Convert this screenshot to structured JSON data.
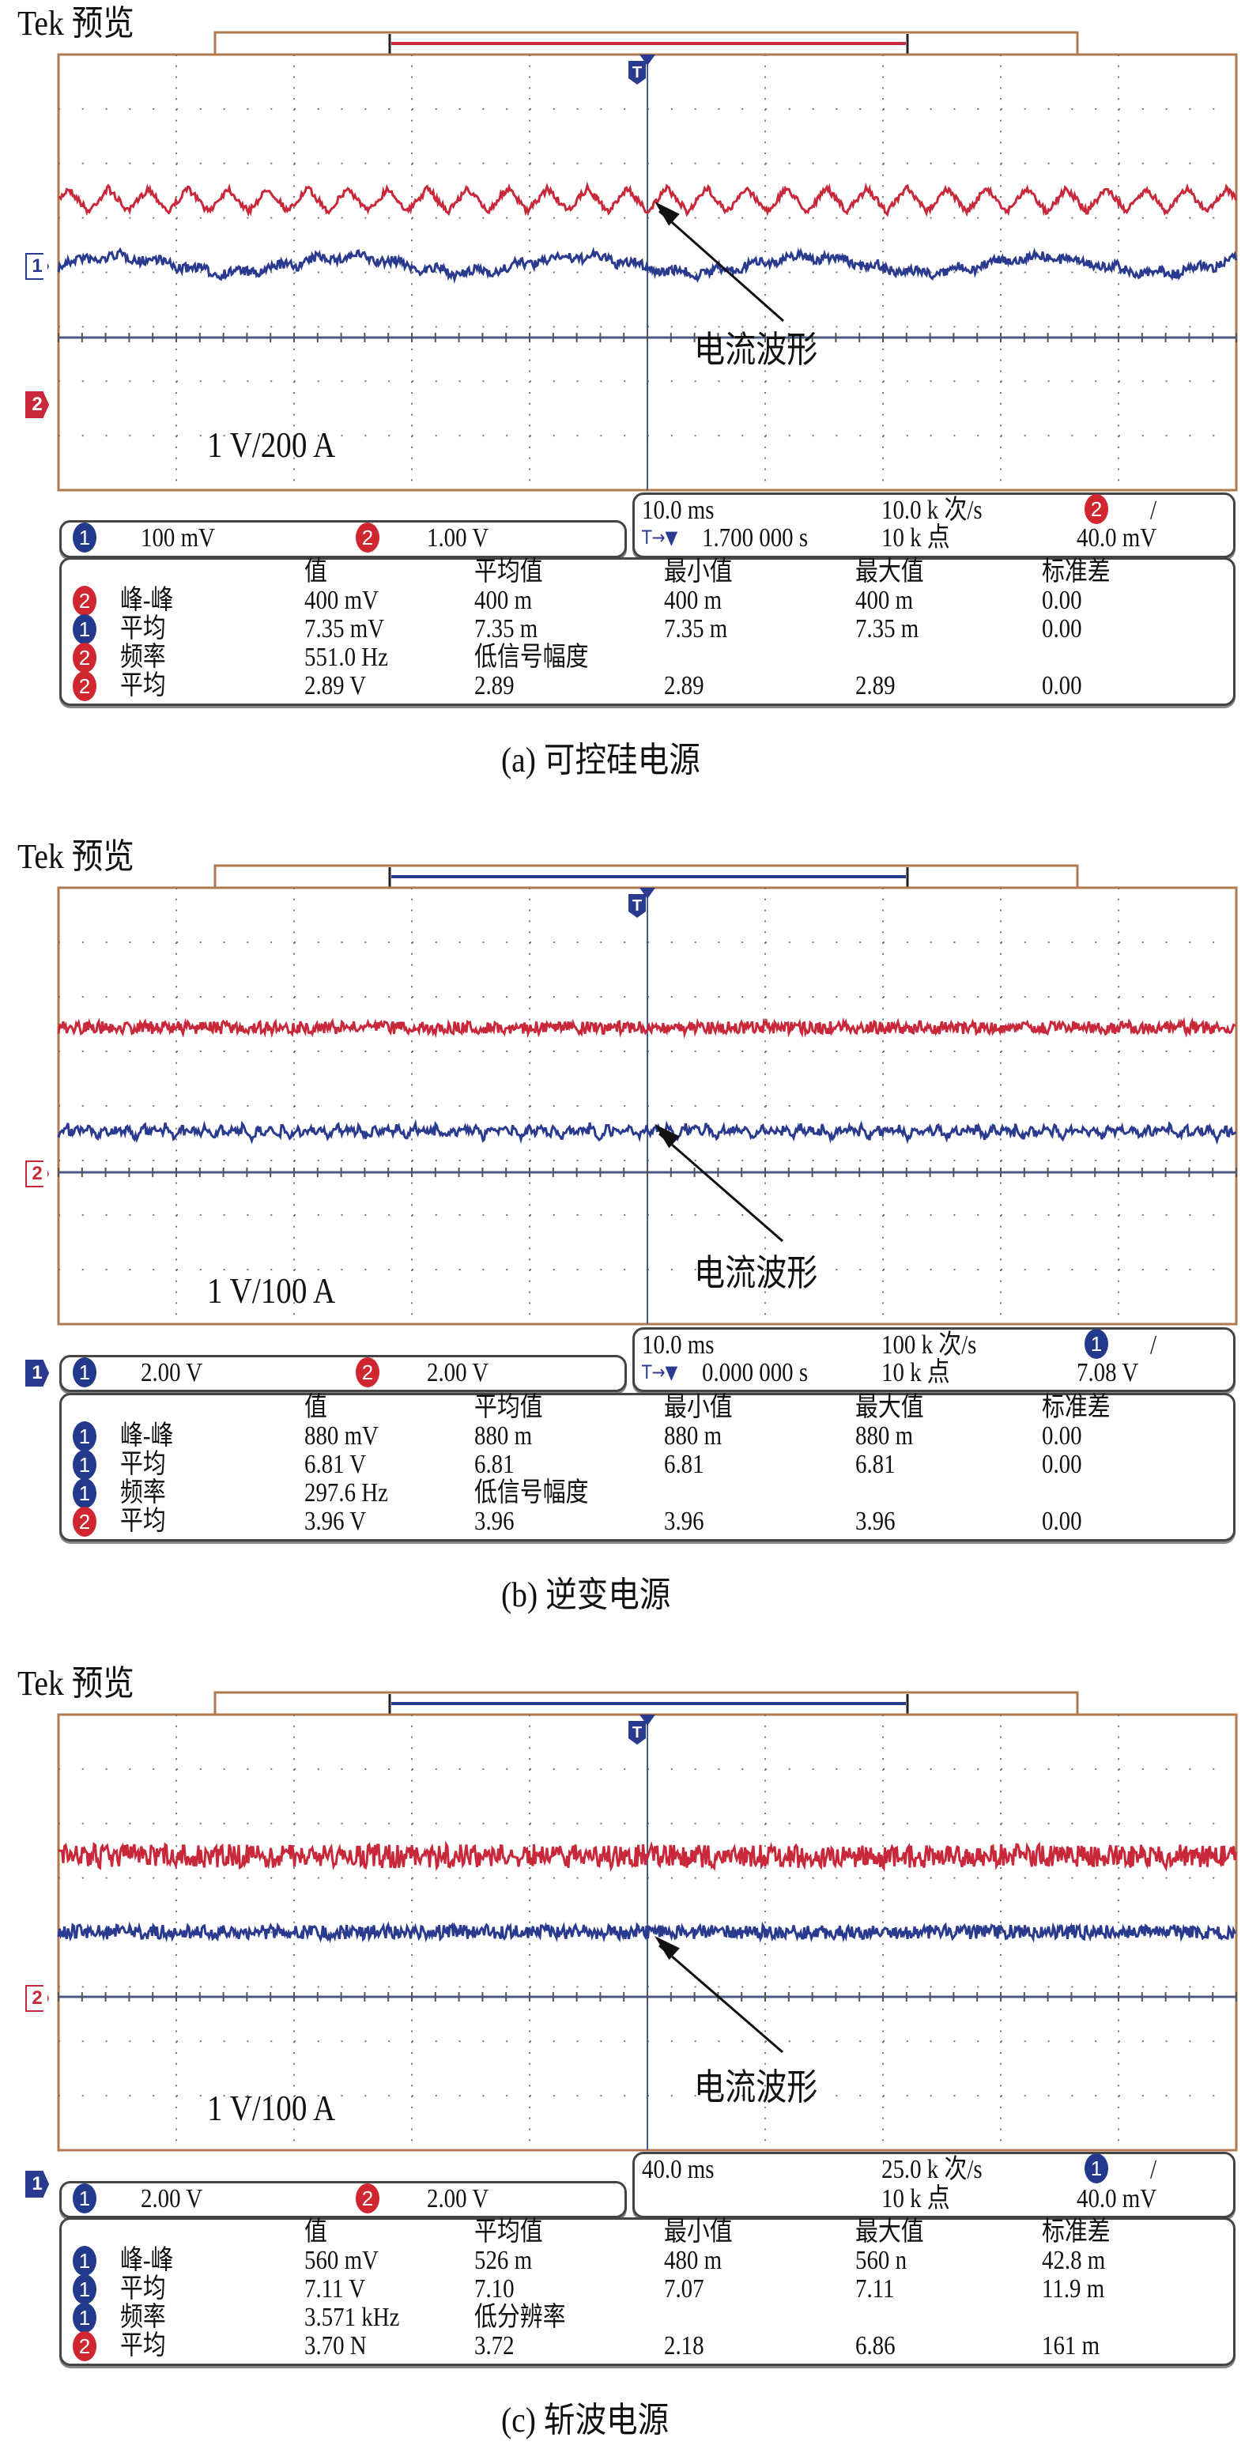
{
  "colors": {
    "ch1": "#2a3a8f",
    "ch2": "#c8283a",
    "graticule_border": "#b07a50"
  },
  "panels": [
    {
      "tek_label": "Tek 预览",
      "scale_annotation": "1 V/200 A",
      "arrow_label": "电流波形",
      "ch1_badge": "1",
      "ch1_scale": "100 mV",
      "ch2_badge": "2",
      "ch2_scale": "1.00 V",
      "timebase": "10.0 ms",
      "sample_rate": "10.0 k 次/s",
      "trigger_badge": "2",
      "trigger_slope": "/",
      "trigger_position": "1.700 000 s",
      "trigger_icon": "T→▼",
      "record_length": "10 k 点",
      "trigger_level": "40.0 mV",
      "measure_headers": [
        "值",
        "平均值",
        "最小值",
        "最大值",
        "标准差"
      ],
      "measurements": [
        {
          "channel": "2",
          "name": "峰-峰",
          "value": "400 mV",
          "mean": "400 m",
          "min": "400 m",
          "max": "400 m",
          "std": "0.00"
        },
        {
          "channel": "1",
          "name": "平均",
          "value": "7.35 mV",
          "mean": "7.35 m",
          "min": "7.35 m",
          "max": "7.35 m",
          "std": "0.00"
        },
        {
          "channel": "2",
          "name": "频率",
          "value": "551.0 Hz",
          "mean": "低信号幅度",
          "min": "",
          "max": "",
          "std": ""
        },
        {
          "channel": "2",
          "name": "平均",
          "value": "2.89 V",
          "mean": "2.89",
          "min": "2.89",
          "max": "2.89",
          "std": "0.00"
        }
      ],
      "caption": "(a) 可控硅电源"
    },
    {
      "tek_label": "Tek 预览",
      "scale_annotation": "1 V/100 A",
      "arrow_label": "电流波形",
      "ch1_badge": "1",
      "ch1_scale": "2.00 V",
      "ch2_badge": "2",
      "ch2_scale": "2.00 V",
      "timebase": "10.0 ms",
      "sample_rate": "100 k 次/s",
      "trigger_badge": "1",
      "trigger_slope": "/",
      "trigger_position": "0.000 000 s",
      "trigger_icon": "T→▼",
      "record_length": "10 k 点",
      "trigger_level": "7.08 V",
      "measure_headers": [
        "值",
        "平均值",
        "最小值",
        "最大值",
        "标准差"
      ],
      "measurements": [
        {
          "channel": "1",
          "name": "峰-峰",
          "value": "880 mV",
          "mean": "880 m",
          "min": "880 m",
          "max": "880 m",
          "std": "0.00"
        },
        {
          "channel": "1",
          "name": "平均",
          "value": "6.81 V",
          "mean": "6.81",
          "min": "6.81",
          "max": "6.81",
          "std": "0.00"
        },
        {
          "channel": "1",
          "name": "频率",
          "value": "297.6 Hz",
          "mean": "低信号幅度",
          "min": "",
          "max": "",
          "std": ""
        },
        {
          "channel": "2",
          "name": "平均",
          "value": "3.96 V",
          "mean": "3.96",
          "min": "3.96",
          "max": "3.96",
          "std": "0.00"
        }
      ],
      "caption": "(b) 逆变电源"
    },
    {
      "tek_label": "Tek 预览",
      "scale_annotation": "1 V/100 A",
      "arrow_label": "电流波形",
      "ch1_badge": "1",
      "ch1_scale": "2.00 V",
      "ch2_badge": "2",
      "ch2_scale": "2.00 V",
      "timebase": "40.0 ms",
      "sample_rate": "25.0 k 次/s",
      "trigger_badge": "1",
      "trigger_slope": "/",
      "trigger_position": "",
      "trigger_icon": "",
      "record_length": "10 k 点",
      "trigger_level": "40.0 mV",
      "measure_headers": [
        "值",
        "平均值",
        "最小值",
        "最大值",
        "标准差"
      ],
      "measurements": [
        {
          "channel": "1",
          "name": "峰-峰",
          "value": "560 mV",
          "mean": "526 m",
          "min": "480 m",
          "max": "560 n",
          "std": "42.8 m"
        },
        {
          "channel": "1",
          "name": "平均",
          "value": "7.11 V",
          "mean": "7.10",
          "min": "7.07",
          "max": "7.11",
          "std": "11.9 m"
        },
        {
          "channel": "1",
          "name": "频率",
          "value": "3.571 kHz",
          "mean": "低分辨率",
          "min": "",
          "max": "",
          "std": ""
        },
        {
          "channel": "2",
          "name": "平均",
          "value": "3.70 N",
          "mean": "3.72",
          "min": "2.18",
          "max": "6.86",
          "std": "161 m"
        }
      ],
      "caption": "(c) 斩波电源"
    }
  ]
}
